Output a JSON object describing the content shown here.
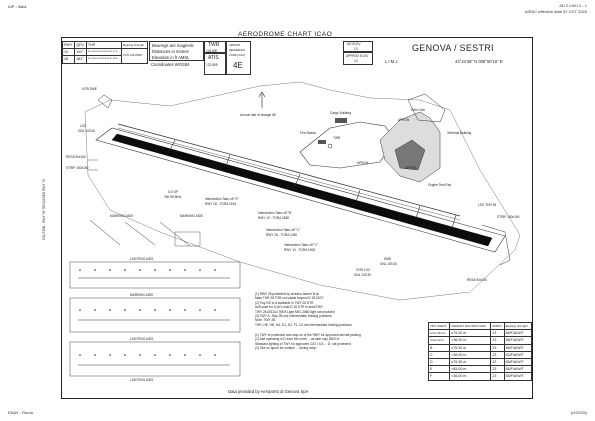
{
  "header": {
    "left_title": "AIP - Italia",
    "right_code": "AD 2 LIMJ 2 - 1",
    "right_date": "AIRAC effective date 02 OCT 2025",
    "footer_left": "ENAV - Roma",
    "footer_right": "(ri/22/25)"
  },
  "chart": {
    "title": "AERODROME CHART ICAO",
    "airport_name": "GENOVA / SESTRI",
    "icao": "L I M J",
    "arp_coords": "44°24'48\" N    008°50'16\" E",
    "ad_elev_label": "AD ELEV",
    "ad_elev_value": "13",
    "arp_elev_label": "APPROX ELEV",
    "arp_elev_value": "13",
    "footer_credit": "Data provided by Aeroporto di Genova SpA"
  },
  "rwy_table": {
    "headers": [
      "RWY",
      "QFU",
      "THR",
      "Bearing strength"
    ],
    "rows": [
      {
        "rwy": "10",
        "qfu": "102°",
        "thr": "44°24'54.38\"N 008°49'25.37\"E",
        "bearing": "PCN 74/F/A/W/T"
      },
      {
        "rwy": "28",
        "qfu": "282°",
        "thr": "44°24'30.15\"N 008°51'07.98\"E",
        "bearing": ""
      }
    ]
  },
  "info_box": {
    "line1": "Bearings are magnetic",
    "line2": "Distances in metres",
    "line3": "Elevation in ft AMSL",
    "line4": "Coordinates WGS84"
  },
  "freqs": {
    "twr_label": "TWR",
    "twr_value": "118.600",
    "atis_label": "ATIS",
    "atis_value": "122.805",
    "airport_label": "AIRPORT",
    "ref_label": "REFERENCE",
    "code_label": "CODE (ICAO)",
    "code_value": "4E"
  },
  "labels": {
    "vor_dme": "VOR DME",
    "loc": "LOC",
    "loc_freq": "GNL 109.30",
    "gp": "GP",
    "heli_club": "Helo Club",
    "cargo_building": "Cargo Building",
    "fire_station": "Fire Station",
    "twr_mark": "TWR",
    "terminal_building": "Terminal Building",
    "engine_test": "Engine Test Pad",
    "apron1": "APRON",
    "apron2": "APRON",
    "apron3": "APRON",
    "resa_w": "RESA 90x150",
    "stop_w": "STRIP 150x150",
    "resa_e": "RESA 90x150",
    "stop_e": "STRIP 150x150",
    "lsg_thr": "LSG THR 28",
    "annual_rate": "Annual rate of change 6E",
    "isec1": "Intersection Take-off \"E\"",
    "isec1_val": "RWY 28 - TORA 1515",
    "isec2": "Intersection Take-off \"B\"",
    "isec2_val": "RWY 10 - TORA 2680",
    "isec3": "Intersection Take-off \"C\"",
    "isec3_val": "RWY 28 - TORA 1060",
    "isec4": "Intersection Take-off \"C\"",
    "isec4_val": "RWY 10 - TORA 1900",
    "marking_aids1": "MARKING AIDS",
    "lighting_aids1": "LIGHTING AIDS",
    "marking_aids2": "MARKING AIDS",
    "lighting_aids2": "LIGHTING AIDS",
    "marking_aids3": "MARKING AIDS",
    "lighting_aids3": "LIGHTING AIDS",
    "side_caution": "CAUTION - RWY \"M\" RELEASED RWY \"A\"",
    "ils_gp": "ILS GP",
    "ils_freq": "330.95 MHz",
    "dme": "DME",
    "dme_freq": "GNL 109.30",
    "vor_box": "VOR LOC",
    "vor_box2": "GNL 109.30"
  },
  "notes": [
    "(1) RWY 28 protected by arrestor barrier B so",
    "Mark THR 28 THR not visible beyond D 25 DIST.",
    "(2) Twy DE to A available in TWY 28 DTR.",
    "Acft used for ICAO code D 28 DTR in area/TWY.",
    "TWY 28 ASDA 2765 ft Light MEL 2880 light not provided",
    "(3) TWY A - Bay 2B use intermediate holding positions",
    "Note: TWY 2B",
    "TWY, HE, HB, HA, D1, D2, F1, D1 are intermediate holding positions"
  ],
  "notes2": [
    "(1) TWY of protection and stop-on of the RWY for approved aircraft parking",
    "(2) Acft operating in D from the north ... as side only 2800 m",
    "Standard lighting of TWY for approved CAT I ILS ... D; not protected",
    "(3) Taxi on apron for surface ... during ramp"
  ],
  "twy_table": {
    "headers": [
      "TWY IDENT",
      "AIRCRAFT MAX WING SPAN",
      "WIDTH",
      "Bearing strength"
    ],
    "rows": [
      {
        "ident": "A from B to E",
        "span": "≤75.30 m",
        "width": "23",
        "bs": "68/F/A/W/T"
      },
      {
        "ident": "A from E to I",
        "span": "<36.00 m",
        "width": "23",
        "bs": "68/F/A/W/T"
      },
      {
        "ident": "B",
        "span": "≤75.30 m",
        "width": "23",
        "bs": "68/F/A/W/T"
      },
      {
        "ident": "C",
        "span": "<36.00 m",
        "width": "23",
        "bs": "63/F/A/W/T"
      },
      {
        "ident": "D",
        "span": "≤75.30 m",
        "width": "23",
        "bs": "65/F/A/W/T"
      },
      {
        "ident": "E",
        "span": "<65.00 m",
        "width": "23",
        "bs": "65/F/A/W/T"
      },
      {
        "ident": "F",
        "span": "<36.00 m",
        "width": "23",
        "bs": "65/F/A/W/T"
      }
    ]
  }
}
